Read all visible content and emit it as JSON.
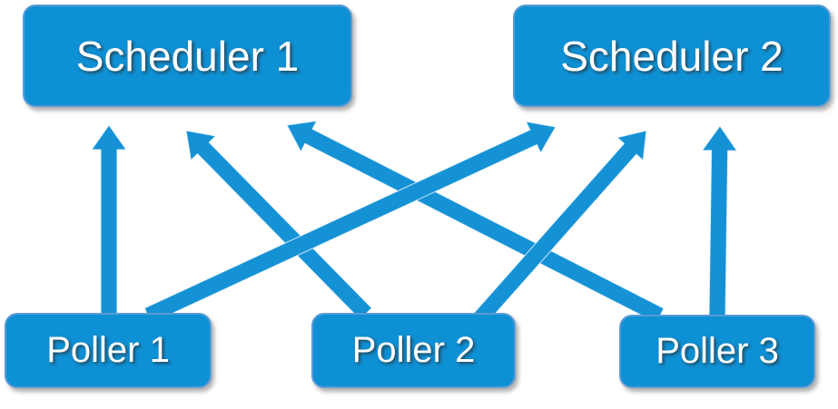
{
  "diagram": {
    "description": "Pollers to Schedulers connectivity diagram",
    "nodes": {
      "scheduler1": {
        "label": "Scheduler 1"
      },
      "scheduler2": {
        "label": "Scheduler 2"
      },
      "poller1": {
        "label": "Poller 1"
      },
      "poller2": {
        "label": "Poller 2"
      },
      "poller3": {
        "label": "Poller 3"
      }
    },
    "edges": [
      {
        "from": "poller1",
        "to": "scheduler1"
      },
      {
        "from": "poller2",
        "to": "scheduler1"
      },
      {
        "from": "poller3",
        "to": "scheduler1"
      },
      {
        "from": "poller1",
        "to": "scheduler2"
      },
      {
        "from": "poller2",
        "to": "scheduler2"
      },
      {
        "from": "poller3",
        "to": "scheduler2"
      }
    ],
    "colors": {
      "node_fill": "#0E90D4",
      "node_border": "#5B9BD5",
      "arrow_fill": "#1592D6",
      "text": "#FFFFFF"
    }
  }
}
